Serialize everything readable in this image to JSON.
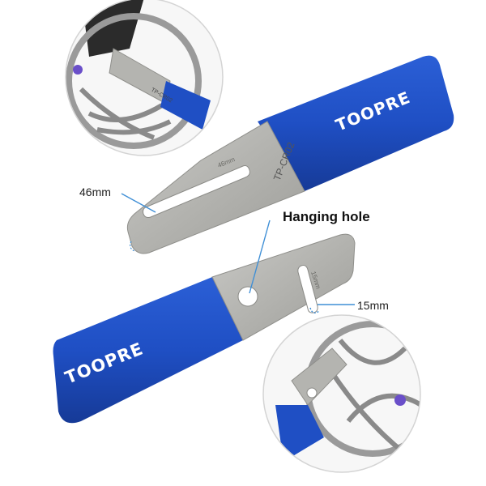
{
  "product": {
    "brand_upper": "TOOPRE",
    "brand_lower": "TOOPRE",
    "model_engraving_upper": "TP-CR02",
    "model_engraving_inset": "TP-CR02"
  },
  "callouts": {
    "slot_long_label": "46mm",
    "slot_long_engraving": "46mm",
    "hanging_hole_label": "Hanging hole",
    "slot_short_label": "15mm",
    "slot_short_engraving": "15mm"
  },
  "colors": {
    "handle_blue": "#1f4fc4",
    "handle_blue_dark": "#173c9c",
    "steel": "#b9b9b6",
    "steel_dark": "#8f8f8b",
    "callout_line": "#3f8fd6"
  },
  "insets": [
    {
      "position": "top-left",
      "content": "tool-on-brake-rotor"
    },
    {
      "position": "bottom-right",
      "content": "tool-on-brake-rotor"
    }
  ]
}
